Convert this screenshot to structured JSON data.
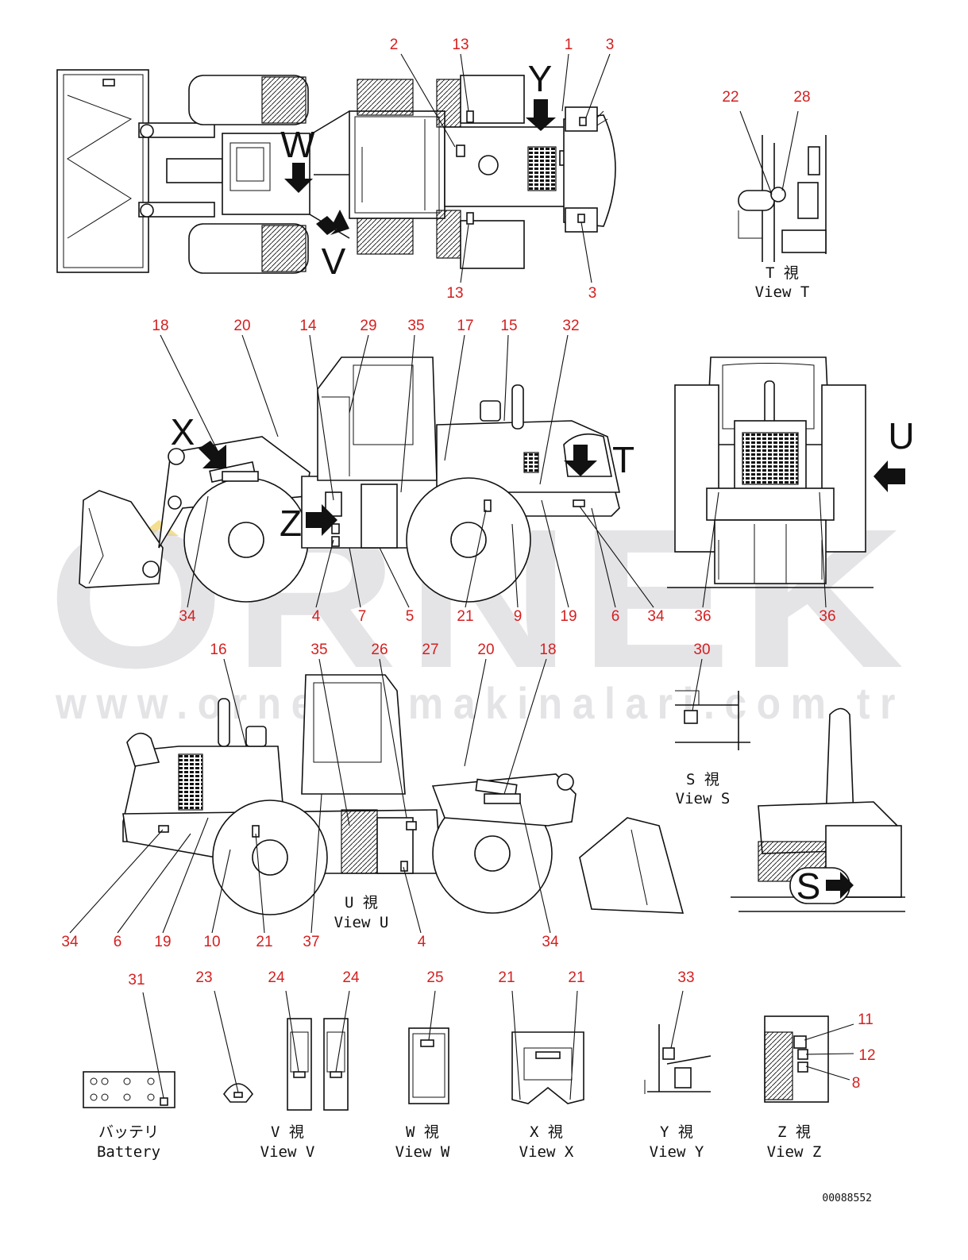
{
  "callouts": {
    "top": [
      "2",
      "13",
      "1",
      "3",
      "13",
      "3"
    ],
    "view_t": [
      "22",
      "28"
    ],
    "side_left": [
      "18",
      "20",
      "14",
      "29",
      "35",
      "17",
      "15",
      "32",
      "34",
      "4",
      "7",
      "5",
      "21",
      "9",
      "19",
      "6",
      "34"
    ],
    "rear": [
      "36",
      "36"
    ],
    "side_right": [
      "16",
      "35",
      "26",
      "27",
      "20",
      "18",
      "34",
      "6",
      "19",
      "10",
      "21",
      "37",
      "4",
      "34"
    ],
    "view_s": [
      "30"
    ],
    "bottom_row": [
      "31",
      "23",
      "24",
      "24",
      "25",
      "21",
      "21",
      "33",
      "11",
      "12",
      "8"
    ]
  },
  "view_letters": [
    "Y",
    "W",
    "V",
    "X",
    "Z",
    "T",
    "U",
    "S"
  ],
  "captions": {
    "view_t_ja": "T  視",
    "view_t_en": "View T",
    "view_u_ja": "U  視",
    "view_u_en": "View U",
    "view_s_ja": "S  視",
    "view_s_en": "View S",
    "battery_ja": "バッテリ",
    "battery_en": "Battery",
    "view_v_ja": "V  視",
    "view_v_en": "View V",
    "view_w_ja": "W  視",
    "view_w_en": "View W",
    "view_x_ja": "X  視",
    "view_x_en": "View X",
    "view_y_ja": "Y  視",
    "view_y_en": "View Y",
    "view_z_ja": "Z  視",
    "view_z_en": "View Z"
  },
  "drawing_number": "00088552",
  "watermark": {
    "brand": "ORNEK",
    "url": "www.ornekismakinalari.com.tr"
  },
  "colors": {
    "callout": "#d42020",
    "line": "#111111",
    "watermark": "#cfcfd4",
    "watermark_accent": "#f0d060"
  }
}
